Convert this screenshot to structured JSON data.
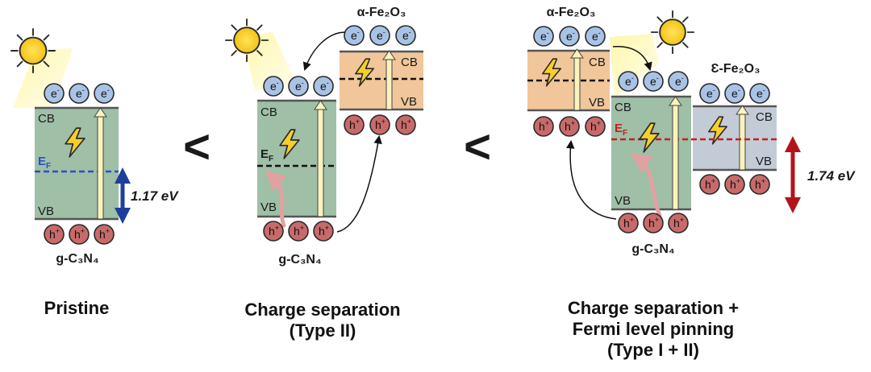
{
  "panels": [
    {
      "caption": [
        "Pristine"
      ],
      "material": "g-C₃N₄",
      "cb": "CB",
      "vb": "VB",
      "fermi": "E",
      "fermi_sub": "F",
      "gap_value": "1.17 eV"
    },
    {
      "caption": [
        "Charge separation",
        "(Type II)"
      ],
      "material": "g-C₃N₄",
      "material2": "α-Fe₂O₃",
      "cb": "CB",
      "vb": "VB",
      "fermi": "E",
      "fermi_sub": "F"
    },
    {
      "caption": [
        "Charge separation +",
        "Fermi level pinning",
        "(Type I + II)"
      ],
      "material": "g-C₃N₄",
      "material2": "α-Fe₂O₃",
      "material3": "Ɛ-Fe₂O₃",
      "cb": "CB",
      "vb": "VB",
      "fermi": "E",
      "fermi_sub": "F",
      "gap_value": "1.74 eV"
    }
  ],
  "comparators": [
    "<",
    "<"
  ],
  "carriers": {
    "electron": "e",
    "hole": "h",
    "electron_sup": "-",
    "hole_sup": "+"
  },
  "colors": {
    "gcn": "#9fbfa7",
    "alpha": "#f0c69a",
    "epsilon": "#c3ccd6",
    "electron": "#a9c3e6",
    "hole": "#c96a6a",
    "fermi_blue": "#2850c8",
    "fermi_black": "#111111",
    "fermi_red": "#c41e1e",
    "gap_blue": "#1d3f9c",
    "gap_red": "#b3141c"
  },
  "icons": [
    "sun-icon",
    "lightning-icon",
    "excitation-arrow",
    "gap-arrow",
    "transfer-arrow"
  ]
}
